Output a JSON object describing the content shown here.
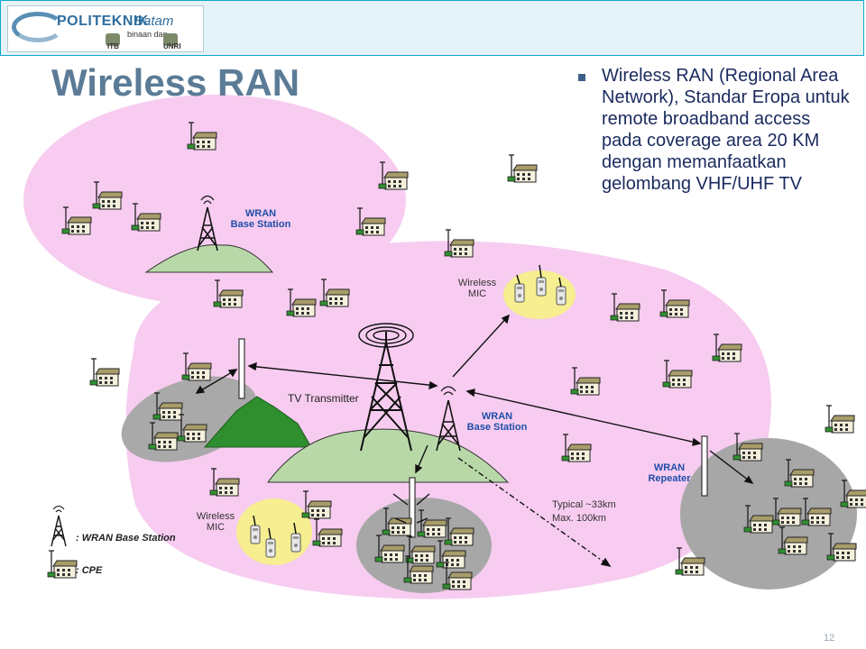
{
  "header": {
    "logo": {
      "name": "POLITEKNIK",
      "name_suffix": "Batam",
      "partner_line": "binaan     dan",
      "partner_1": "ITB",
      "partner_2": "UNRI"
    }
  },
  "slide": {
    "title": "Wireless RAN",
    "bullet": "Wireless RAN (Regional Area Network), Standar Eropa untuk remote broadband access pada coverage  area 20 KM dengan memanfaatkan gelombang VHF/UHF TV",
    "page_number": "12"
  },
  "diagram": {
    "wran_base_station_top": "WRAN Base Station",
    "wran_base_station_top_l1": "WRAN",
    "wran_base_station_top_l2": "Base Station",
    "wireless_mic_top_l1": "Wireless",
    "wireless_mic_top_l2": "MIC",
    "tv_transmitter": "TV Transmitter",
    "wran_base_station_center_l1": "WRAN",
    "wran_base_station_center_l2": "Base Station",
    "wran_repeater_l1": "WRAN",
    "wran_repeater_l2": "Repeater",
    "typical_range": "Typical ~33km",
    "max_range": "Max. 100km",
    "wireless_mic_bottom_l1": "Wireless",
    "wireless_mic_bottom_l2": "MIC",
    "legend_base_station": ": WRAN Base Station",
    "legend_cpe": ": CPE"
  },
  "colors": {
    "coverage_pink": "#f7ccf0",
    "mic_zone_yellow": "#f6ee90",
    "cluster_gray": "#a7a7a7",
    "hill_green": "#2f8f2f",
    "title": "#5b7b96",
    "bullet_text": "#1a2a5e",
    "label_blue": "#1f4fa8",
    "header_border": "#0fa6cf"
  },
  "icons": {
    "tower": "tower-icon",
    "cpe": "house-cpe-icon",
    "mic": "wireless-mic-icon",
    "repeater": "repeater-icon"
  }
}
